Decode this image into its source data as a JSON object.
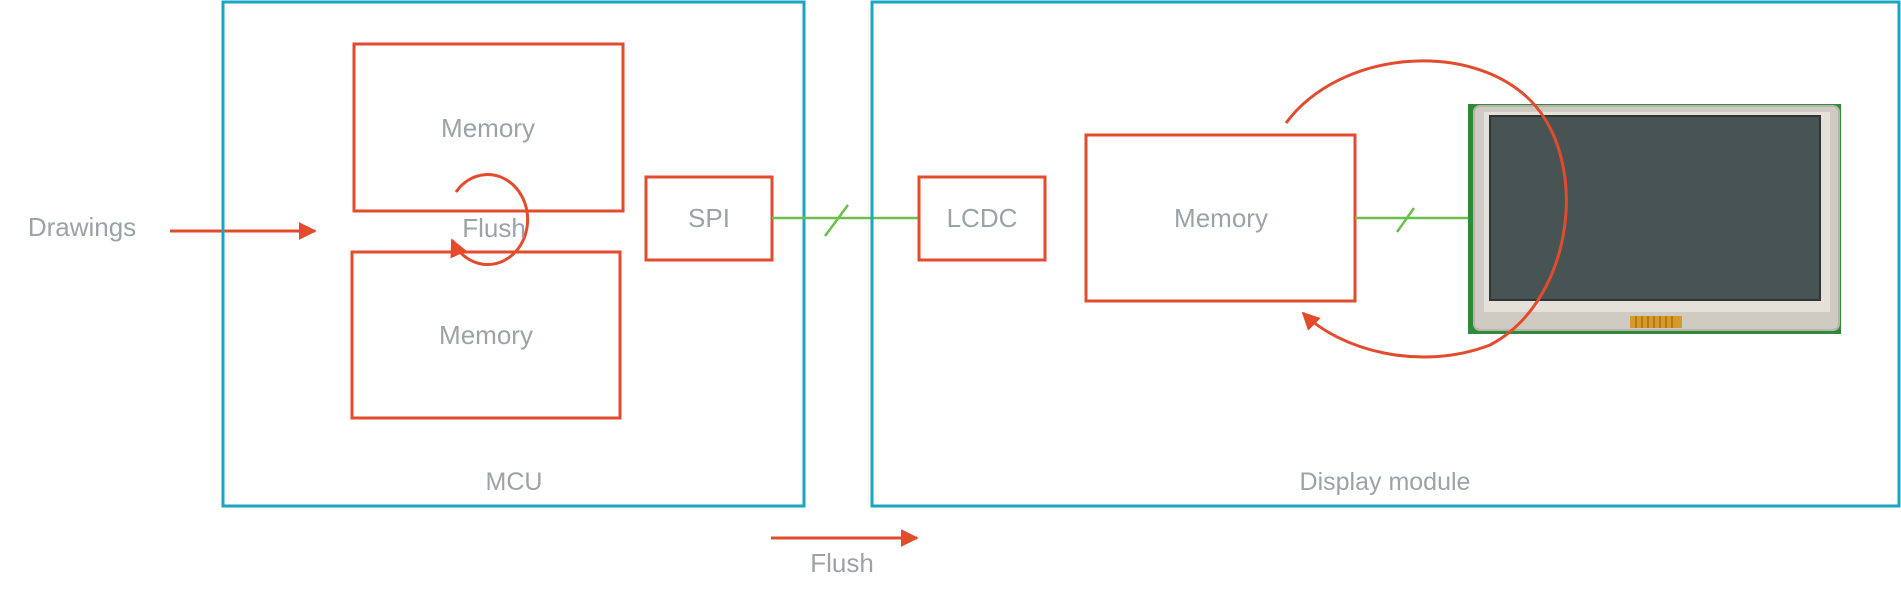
{
  "labels": {
    "drawings": "Drawings",
    "mcu": "MCU",
    "display_module": "Display module",
    "mcu_memory_top": "Memory",
    "mcu_memory_bottom": "Memory",
    "mcu_flush": "Flush",
    "spi": "SPI",
    "lcdc": "LCDC",
    "display_memory": "Memory",
    "legend_flush": "Flush"
  },
  "colors": {
    "container_border": "#1aa6c1",
    "block_red": "#e24b2c",
    "bus_line": "#6ac04b",
    "label_gray": "#9aa3a8",
    "lcd_screen": "#475453",
    "lcd_frame": "#cfcbc2",
    "pcb_green": "#2f8a3a"
  },
  "icons": {
    "lcd_panel": "lcd-panel-photo",
    "refresh_arrow": "circular-arrow-icon",
    "bus_width_mark": "slash-mark"
  }
}
